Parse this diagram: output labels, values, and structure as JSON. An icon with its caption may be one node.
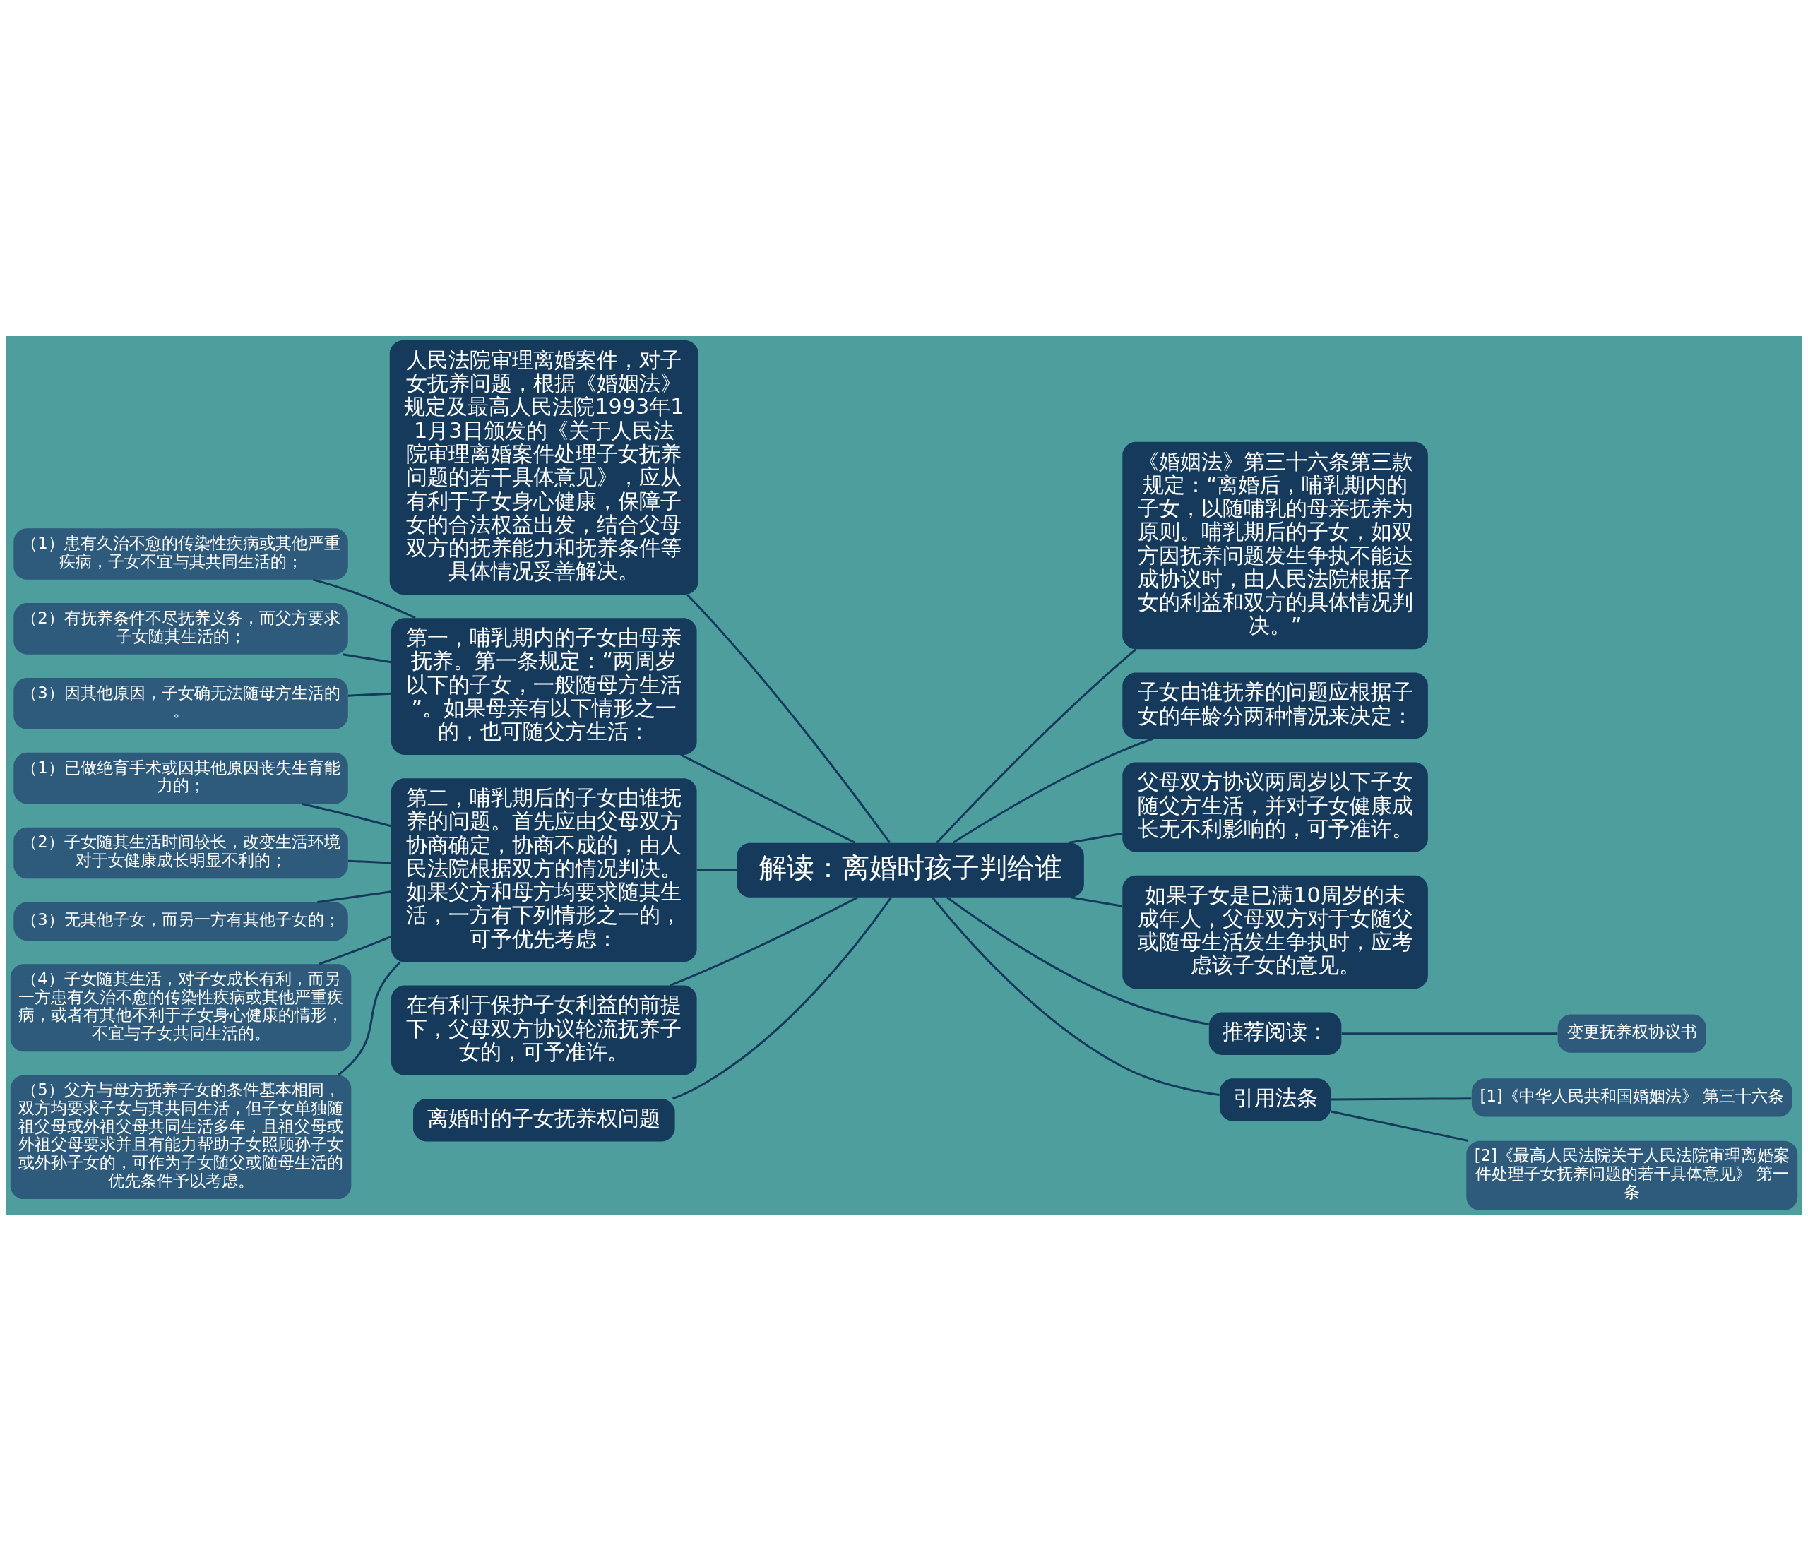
{
  "diagram": {
    "nodes": [
      {
        "text": [
          "解读：离婚时孩子判给谁"
        ]
      },
      {
        "text": [
          "人民法院审理离婚案件，对子女抚养问题，根据《婚姻法》规定及最高人民法院1993年11月3日颁发的《关于人民法院审理离婚案件处理子女抚养问题的若干具体意见》，应从有利于子女身心健康，保障子女的合法权益出发，结合父母双方的抚养能力和抚养条件等具体情况妥善解决。"
        ]
      },
      {
        "text": [
          "第一，哺乳期内的子女由母亲抚养。第一条规定：“两周岁以下的子女，一般随母方生活”。如果母亲有以下情形之一的，也可随父方生活："
        ]
      },
      {
        "text": [
          "（1）患有久治不愈的传染性疾病或其他严重疾病，子女不宜与其共同生活的；"
        ]
      },
      {
        "text": [
          "（2）有抚养条件不尽抚养义务，而父方要求子女随其生活的；"
        ]
      },
      {
        "text": [
          "（3）因其他原因，子女确无法随母方生活的。"
        ]
      },
      {
        "text": [
          "第二，哺乳期后的子女由谁抚养的问题。首先应由父母双方协商确定，协商不成的，由人民法院根据双方的情况判决。如果父方和母方均要求随其生活，一方有下列情形之一的，可予优先考虑："
        ]
      },
      {
        "text": [
          "（1）已做绝育手术或因其他原因丧失生育能力的；"
        ]
      },
      {
        "text": [
          "（2）子女随其生活时间较长，改变生活环境对于女健康成长明显不利的；"
        ]
      },
      {
        "text": [
          "（3）无其他子女，而另一方有其他子女的；"
        ]
      },
      {
        "text": [
          "（4）子女随其生活，对子女成长有利，而另一方患有久治不愈的传染性疾病或其他严重疾病，或者有其他不利于子女身心健康的情形，不宜与子女共同生活的。"
        ]
      },
      {
        "text": [
          "（5）父方与母方抚养子女的条件基本相同，双方均要求子女与其共同生活，但子女单独随祖父母或外祖父母共同生活多年，且祖父母或外祖父母要求并且有能力帮助子女照顾孙子女或外孙子女的，可作为子女随父或随母生活的优先条件予以考虑。"
        ]
      },
      {
        "text": [
          "在有利于保护子女利益的前提下，父母双方协议轮流抚养子女的，可予准许。"
        ]
      },
      {
        "text": [
          "离婚时的子女抚养权问题"
        ]
      },
      {
        "text": [
          "《婚姻法》第三十六条第三款规定：“离婚后，哺乳期内的子女，以随哺乳的母亲抚养为原则。哺乳期后的子女，如双方因抚养问题发生争执不能达成协议时，由人民法院根据子女的利益和双方的具体情况判决。”"
        ]
      },
      {
        "text": [
          "子女由谁抚养的问题应根据子女的年龄分两种情况来决定："
        ]
      },
      {
        "text": [
          "父母双方协议两周岁以下子女随父方生活，并对子女健康成长无不利影响的，可予准许。"
        ]
      },
      {
        "text": [
          "如果子女是已满10周岁的未成年人，父母双方对于女随父或随母生活发生争执时，应考虑该子女的意见。"
        ]
      },
      {
        "text": [
          "推荐阅读："
        ]
      },
      {
        "text": [
          "变更抚养权协议书"
        ]
      },
      {
        "text": [
          "引用法条"
        ]
      },
      {
        "text": [
          "[1]《中华人民共和国婚姻法》 第三十六条"
        ]
      },
      {
        "text": [
          "[2]《最高人民法院关于人民法院审理离婚案件处理子女抚养问题的若干具体意见》 第一条"
        ]
      }
    ],
    "edges": [
      {
        "from": 1,
        "to": 0,
        "arrow": "none"
      },
      {
        "from": 2,
        "to": 0,
        "arrow": "none"
      },
      {
        "from": 3,
        "to": 2,
        "arrow": "none"
      },
      {
        "from": 4,
        "to": 2,
        "arrow": "none"
      },
      {
        "from": 5,
        "to": 2,
        "arrow": "none"
      },
      {
        "from": 6,
        "to": 0,
        "arrow": "none"
      },
      {
        "from": 7,
        "to": 6,
        "arrow": "none"
      },
      {
        "from": 8,
        "to": 6,
        "arrow": "none"
      },
      {
        "from": 9,
        "to": 6,
        "arrow": "none"
      },
      {
        "from": 10,
        "to": 6,
        "arrow": "none"
      },
      {
        "from": 11,
        "to": 6,
        "arrow": "none"
      },
      {
        "from": 12,
        "to": 0,
        "arrow": "none"
      },
      {
        "from": 13,
        "to": 0,
        "arrow": "none"
      },
      {
        "from": 0,
        "to": 14,
        "arrow": "none"
      },
      {
        "from": 0,
        "to": 15,
        "arrow": "none"
      },
      {
        "from": 0,
        "to": 16,
        "arrow": "none"
      },
      {
        "from": 0,
        "to": 17,
        "arrow": "none"
      },
      {
        "from": 0,
        "to": 18,
        "arrow": "none"
      },
      {
        "from": 18,
        "to": 19,
        "arrow": "none"
      },
      {
        "from": 0,
        "to": 20,
        "arrow": "none"
      },
      {
        "from": 20,
        "to": 21,
        "arrow": "none"
      },
      {
        "from": 20,
        "to": 22,
        "arrow": "none"
      }
    ]
  }
}
